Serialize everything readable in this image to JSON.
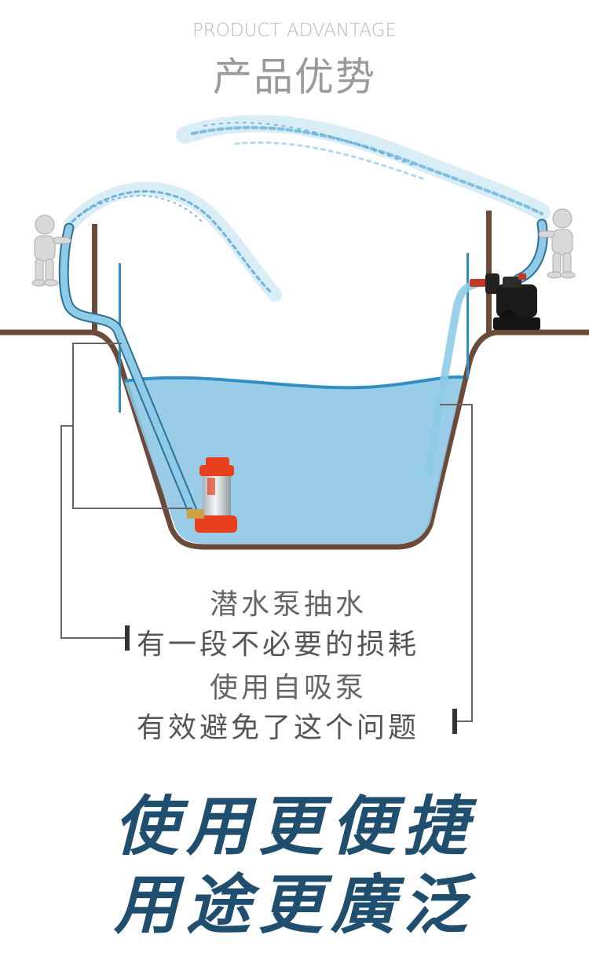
{
  "header": {
    "title_en": "PRODUCT ADVANTAGE",
    "title_cn": "产品优势"
  },
  "captions": {
    "submersible_title": "潜水泵抽水",
    "submersible_desc": "有一段不必要的损耗",
    "selfpriming_title": "使用自吸泵",
    "selfpriming_desc": "有效避免了这个问题"
  },
  "slogan": {
    "line1": "使用更便捷",
    "line2": "用途更廣泛"
  },
  "colors": {
    "ground": "#6b4a3a",
    "water": "#8ec6e3",
    "water_surface": "#2f8fc4",
    "pipe": "#7fc0e0",
    "slogan": "#1f4e6e",
    "pump_red": "#e8401f"
  }
}
